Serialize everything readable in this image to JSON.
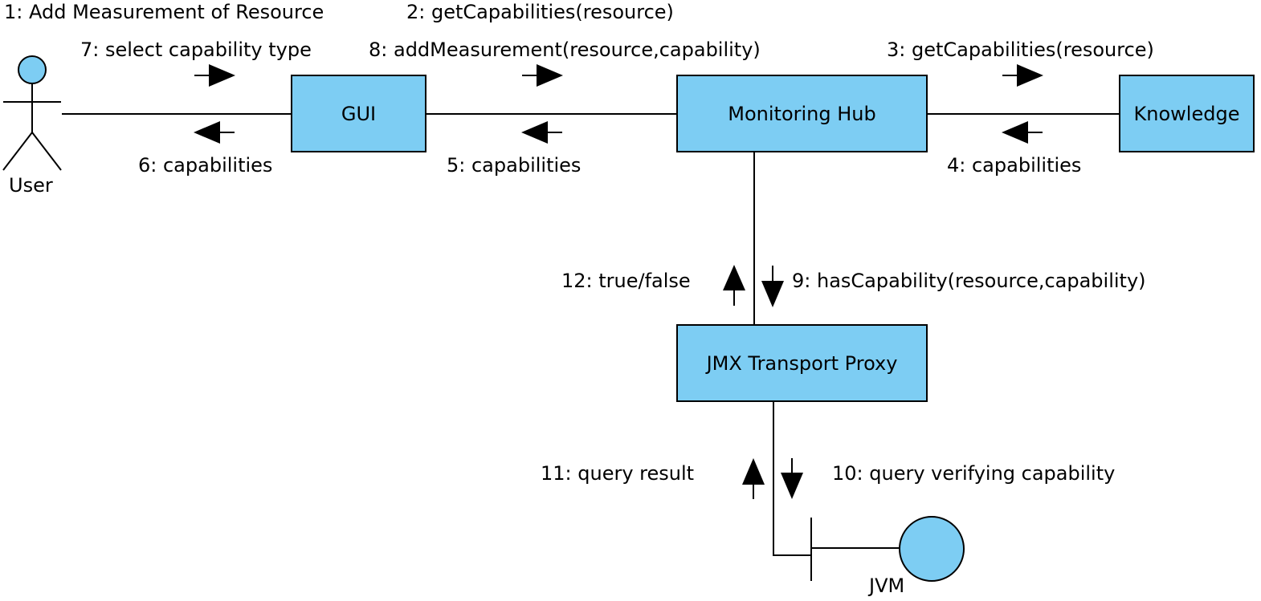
{
  "actors": {
    "user": "User",
    "jvm": "JVM"
  },
  "boxes": {
    "gui": "GUI",
    "hub": "Monitoring Hub",
    "knowledge": "Knowledge",
    "jmx": "JMX Transport Proxy"
  },
  "messages": {
    "m1": "1: Add Measurement of Resource",
    "m2": "2: getCapabilities(resource)",
    "m3": "3: getCapabilities(resource)",
    "m4": "4: capabilities",
    "m5": "5: capabilities",
    "m6": "6: capabilities",
    "m7": "7: select capability type",
    "m8": "8: addMeasurement(resource,capability)",
    "m9": "9: hasCapability(resource,capability)",
    "m10": "10: query verifying capability",
    "m11": "11: query result",
    "m12": "12: true/false"
  },
  "colors": {
    "fill": "#7dcdf3",
    "line": "#000000"
  }
}
